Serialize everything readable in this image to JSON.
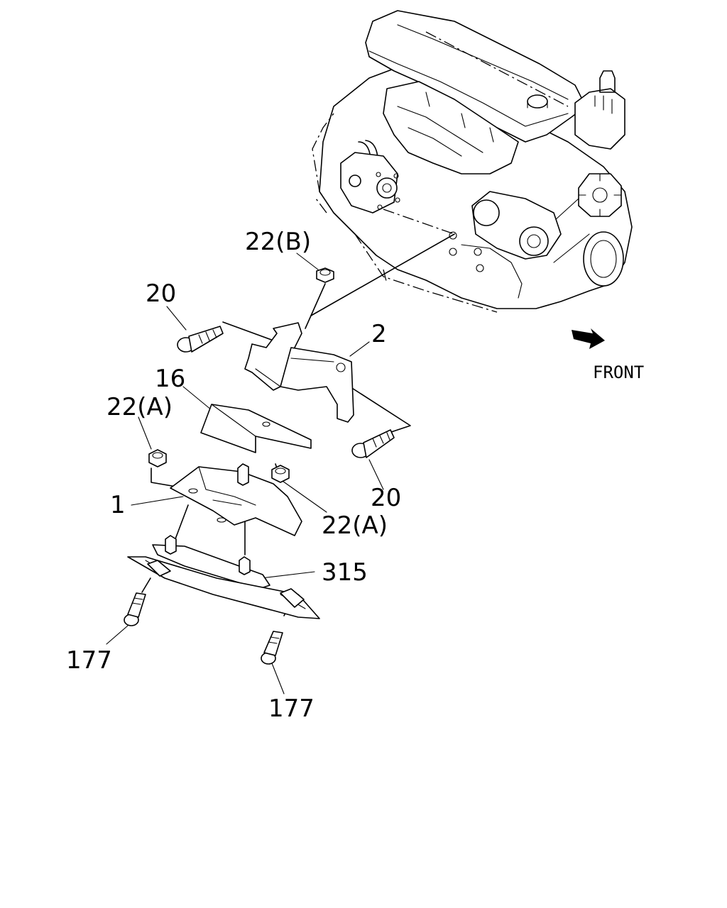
{
  "diagram": {
    "labels": {
      "bolt_upper": "20",
      "nut_b": "22(B)",
      "bracket": "2",
      "plate": "16",
      "nut_a_left": "22(A)",
      "bolt_right": "20",
      "mount": "1",
      "nut_a_right": "22(A)",
      "crossmember": "315",
      "bolt_left": "177",
      "bolt_lower": "177"
    },
    "direction": "FRONT"
  }
}
